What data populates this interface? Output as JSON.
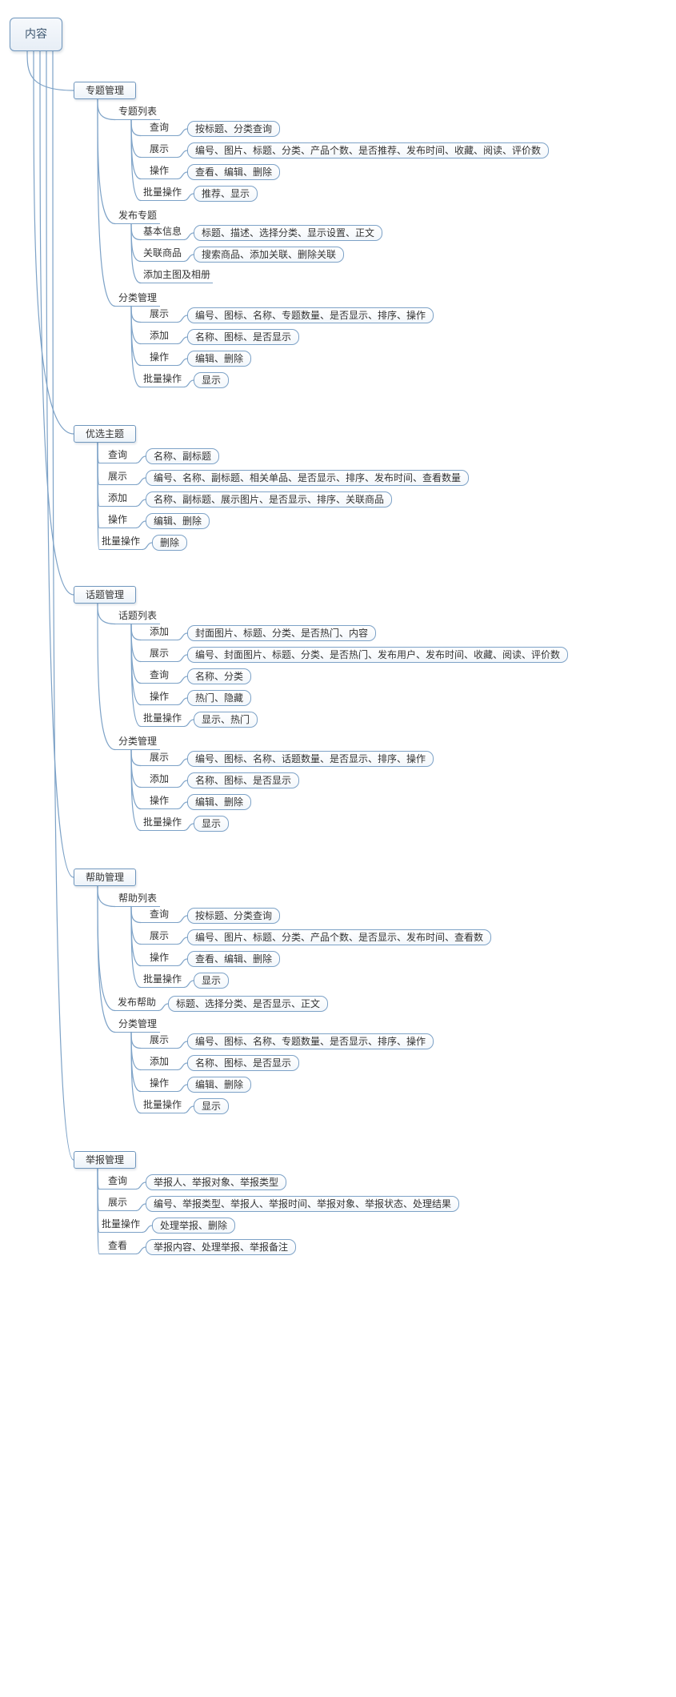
{
  "mindmap": {
    "colors": {
      "line": "#7da2c7",
      "node_border": "#6f96bd",
      "text": "#333333",
      "root_text": "#3f5871"
    },
    "root": {
      "label": "内容",
      "children": [
        {
          "label": "专题管理",
          "children": [
            {
              "label": "专题列表",
              "children": [
                {
                  "label": "查询",
                  "pill": "按标题、分类查询"
                },
                {
                  "label": "展示",
                  "pill": "编号、图片、标题、分类、产品个数、是否推荐、发布时间、收藏、阅读、评价数"
                },
                {
                  "label": "操作",
                  "pill": "查看、编辑、删除"
                },
                {
                  "label": "批量操作",
                  "pill": "推荐、显示"
                }
              ]
            },
            {
              "label": "发布专题",
              "children": [
                {
                  "label": "基本信息",
                  "pill": "标题、描述、选择分类、显示设置、正文"
                },
                {
                  "label": "关联商品",
                  "pill": "搜索商品、添加关联、删除关联"
                },
                {
                  "label": "添加主图及相册"
                }
              ]
            },
            {
              "label": "分类管理",
              "children": [
                {
                  "label": "展示",
                  "pill": "编号、图标、名称、专题数量、是否显示、排序、操作"
                },
                {
                  "label": "添加",
                  "pill": "名称、图标、是否显示"
                },
                {
                  "label": "操作",
                  "pill": "编辑、删除"
                },
                {
                  "label": "批量操作",
                  "pill": "显示"
                }
              ]
            }
          ]
        },
        {
          "label": "优选主题",
          "children": [
            {
              "label": "查询",
              "pill": "名称、副标题"
            },
            {
              "label": "展示",
              "pill": "编号、名称、副标题、相关单品、是否显示、排序、发布时间、查看数量"
            },
            {
              "label": "添加",
              "pill": "名称、副标题、展示图片、是否显示、排序、关联商品"
            },
            {
              "label": "操作",
              "pill": "编辑、删除"
            },
            {
              "label": "批量操作",
              "pill": "删除"
            }
          ]
        },
        {
          "label": "话题管理",
          "children": [
            {
              "label": "话题列表",
              "children": [
                {
                  "label": "添加",
                  "pill": "封面图片、标题、分类、是否热门、内容"
                },
                {
                  "label": "展示",
                  "pill": "编号、封面图片、标题、分类、是否热门、发布用户、发布时间、收藏、阅读、评价数"
                },
                {
                  "label": "查询",
                  "pill": "名称、分类"
                },
                {
                  "label": "操作",
                  "pill": "热门、隐藏"
                },
                {
                  "label": "批量操作",
                  "pill": "显示、热门"
                }
              ]
            },
            {
              "label": "分类管理",
              "children": [
                {
                  "label": "展示",
                  "pill": "编号、图标、名称、话题数量、是否显示、排序、操作"
                },
                {
                  "label": "添加",
                  "pill": "名称、图标、是否显示"
                },
                {
                  "label": "操作",
                  "pill": "编辑、删除"
                },
                {
                  "label": "批量操作",
                  "pill": "显示"
                }
              ]
            }
          ]
        },
        {
          "label": "帮助管理",
          "children": [
            {
              "label": "帮助列表",
              "children": [
                {
                  "label": "查询",
                  "pill": "按标题、分类查询"
                },
                {
                  "label": "展示",
                  "pill": "编号、图片、标题、分类、产品个数、是否显示、发布时间、查看数"
                },
                {
                  "label": "操作",
                  "pill": "查看、编辑、删除"
                },
                {
                  "label": "批量操作",
                  "pill": "显示"
                }
              ]
            },
            {
              "label": "发布帮助",
              "pill": "标题、选择分类、是否显示、正文"
            },
            {
              "label": "分类管理",
              "children": [
                {
                  "label": "展示",
                  "pill": "编号、图标、名称、专题数量、是否显示、排序、操作"
                },
                {
                  "label": "添加",
                  "pill": "名称、图标、是否显示"
                },
                {
                  "label": "操作",
                  "pill": "编辑、删除"
                },
                {
                  "label": "批量操作",
                  "pill": "显示"
                }
              ]
            }
          ]
        },
        {
          "label": "举报管理",
          "children": [
            {
              "label": "查询",
              "pill": "举报人、举报对象、举报类型"
            },
            {
              "label": "展示",
              "pill": "编号、举报类型、举报人、举报时间、举报对象、举报状态、处理结果"
            },
            {
              "label": "批量操作",
              "pill": "处理举报、删除"
            },
            {
              "label": "查看",
              "pill": "举报内容、处理举报、举报备注"
            }
          ]
        }
      ]
    }
  }
}
